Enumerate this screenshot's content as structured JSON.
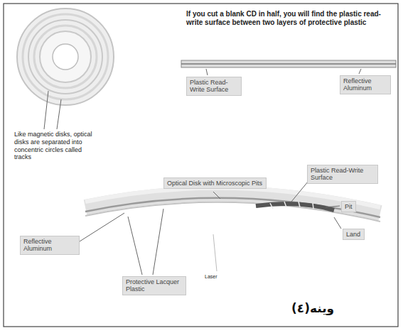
{
  "diagram": {
    "caption": "وینه(٤)",
    "nodes": [
      {
        "text": [
          "Plastic Read-Write Surface"
        ]
      },
      {
        "text": [
          "Reflective Aluminum"
        ]
      },
      {
        "text": [
          "Plastic Read-Write Surface"
        ]
      },
      {
        "text": [
          "Optical Disk with Microscopic Pits"
        ]
      },
      {
        "text": [
          "Pit"
        ]
      },
      {
        "text": [
          "Land"
        ]
      },
      {
        "text": [
          "Reflective Aluminum"
        ]
      },
      {
        "text": [
          "Protective Lacquer Plastic"
        ]
      }
    ],
    "labels": [
      "If you cut a blank CD in half, you will find the plastic read-write surface between two layers of protective plastic",
      "Like magnetic disks, optical disks are separated into concentric circles called tracks",
      "Laser"
    ]
  }
}
